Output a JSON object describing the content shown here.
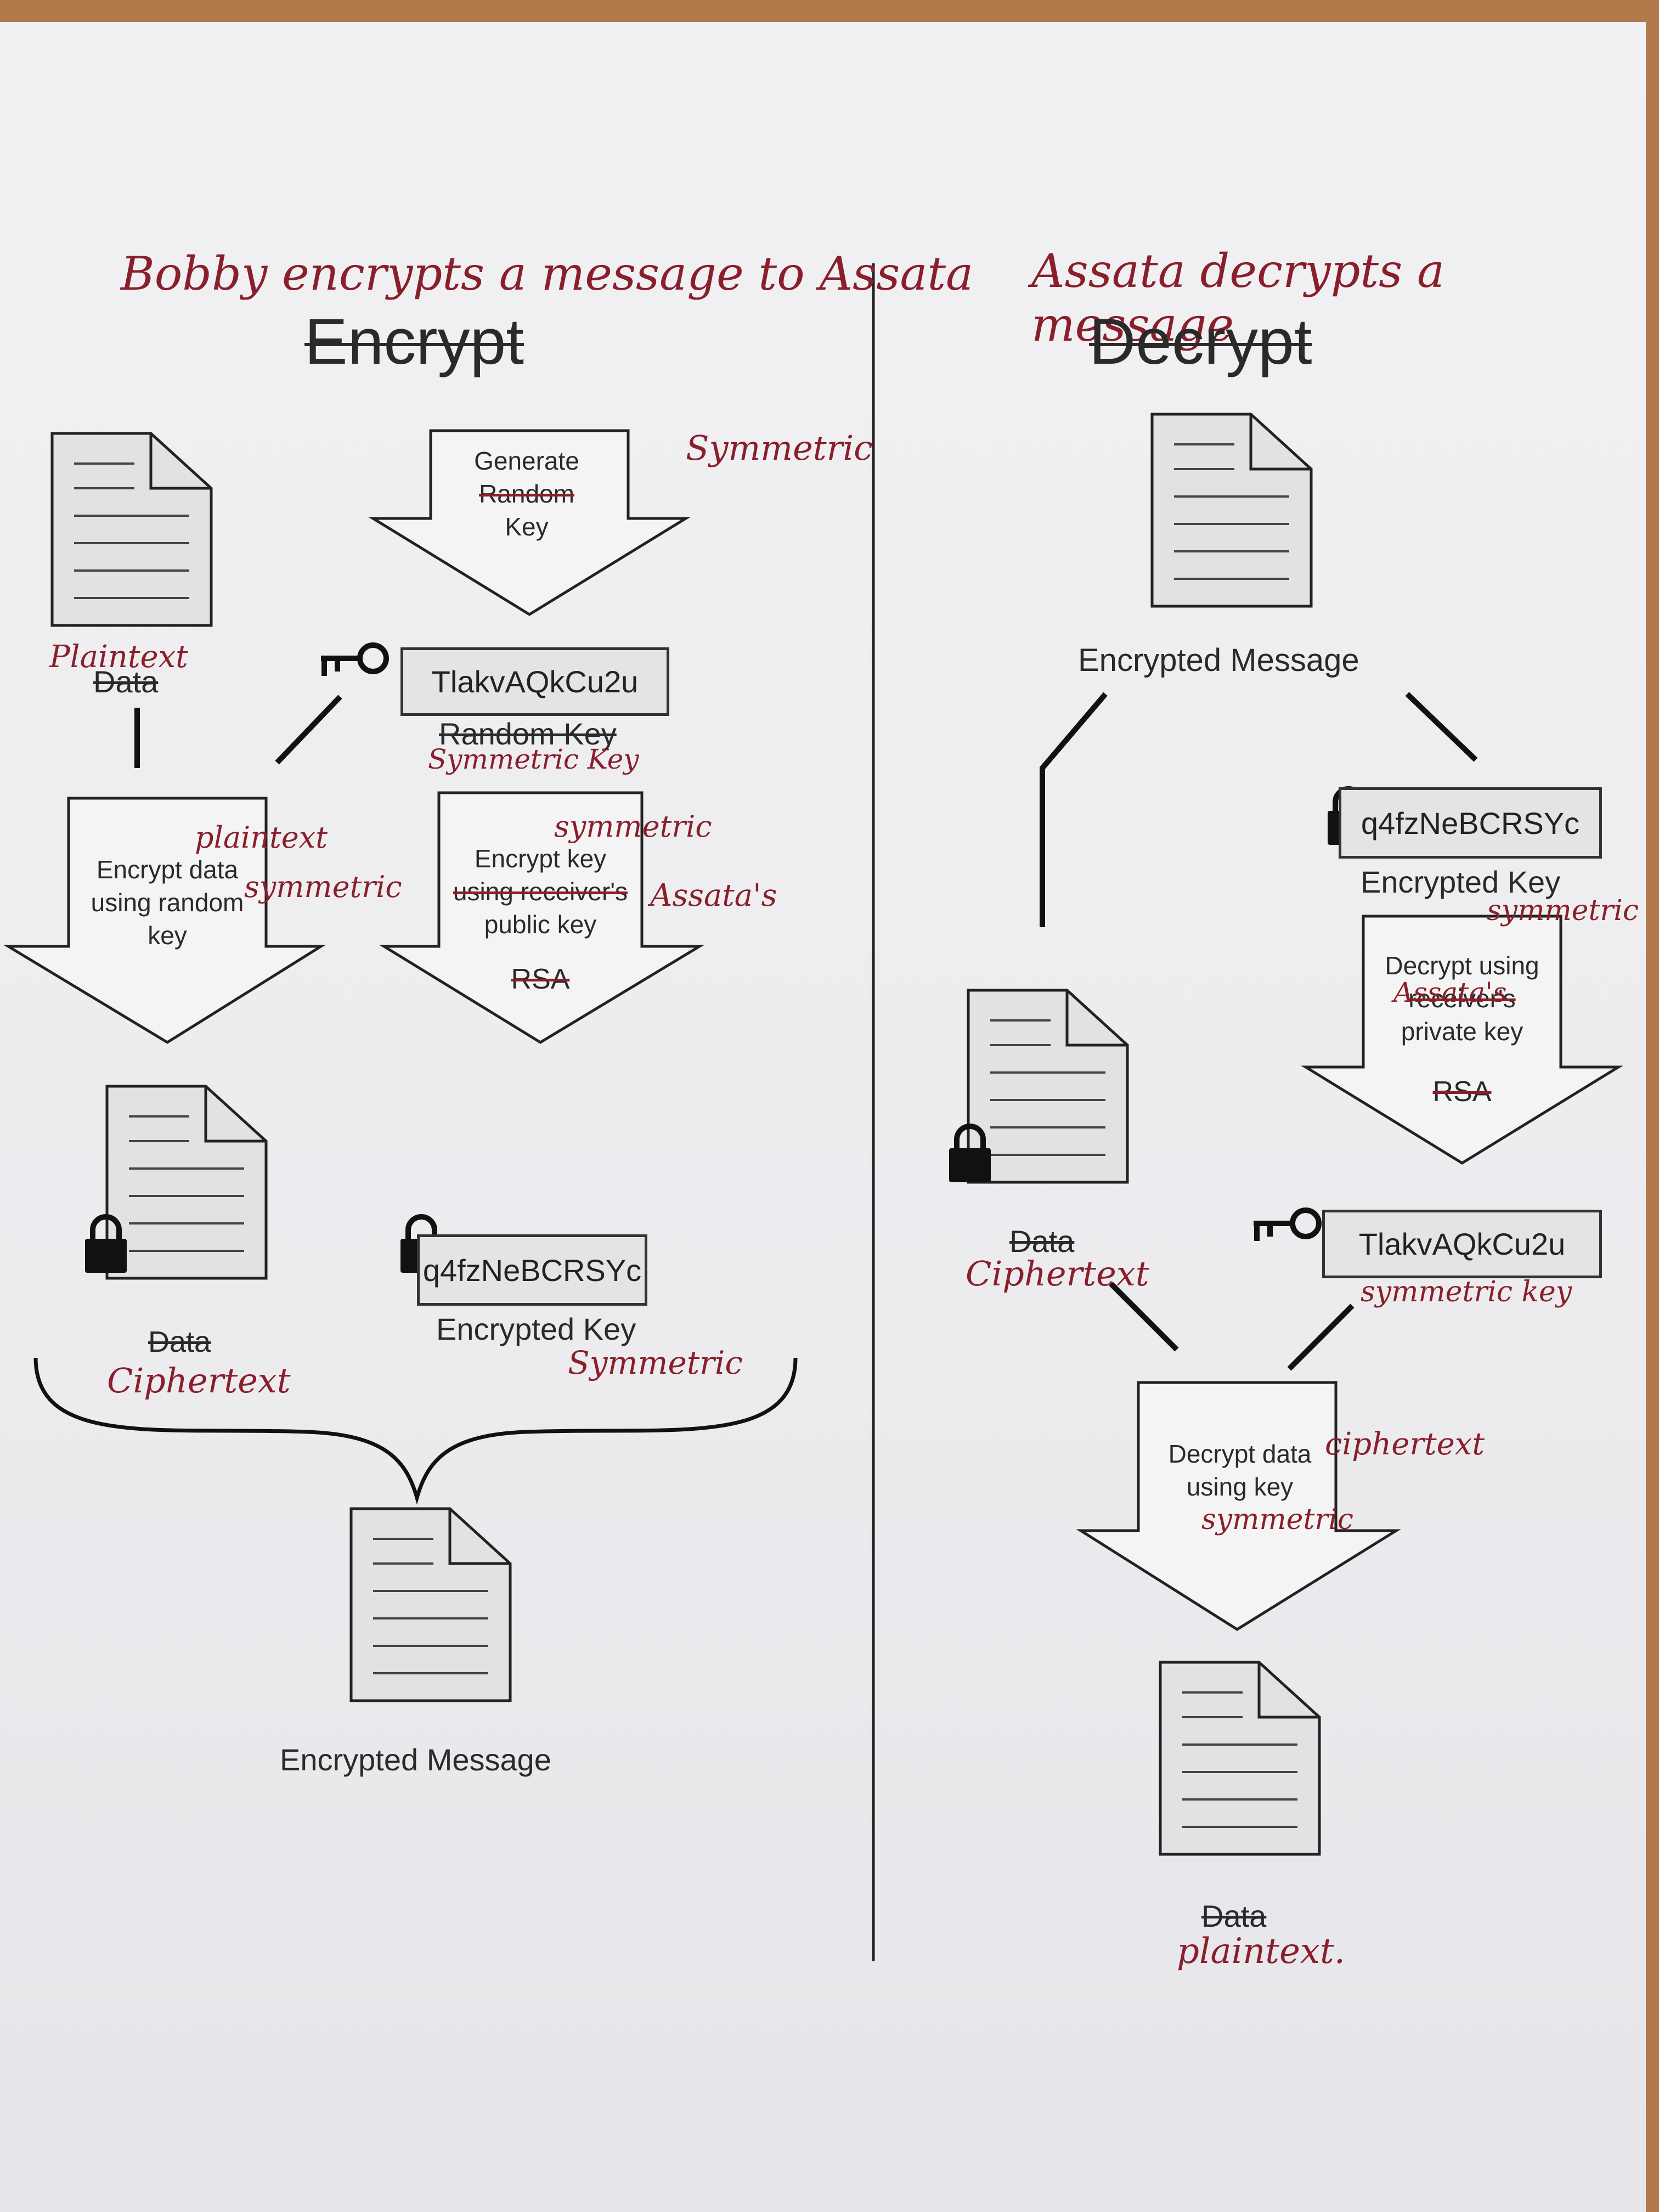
{
  "left": {
    "handwritten_title": "Bobby encrypts a message to Assata",
    "title": "Encrypt",
    "doc_label": "Data",
    "doc_label_hand": "Plaintext",
    "generate": {
      "line1": "Generate",
      "line2": "Random",
      "line3": "Key",
      "hand": "Symmetric"
    },
    "random_key_value": "TlakvAQkCu2u",
    "random_key_label": "Random Key",
    "random_key_hand": "Symmetric Key",
    "encrypt_data": {
      "line1": "Encrypt data",
      "line2": "using random",
      "line3": "key",
      "hand_top": "plaintext",
      "hand_right": "symmetric"
    },
    "encrypt_key": {
      "line1": "Encrypt key",
      "line2": "using receiver's",
      "line3": "public key",
      "line4": "RSA",
      "hand_top": "symmetric",
      "hand_right": "Assata's"
    },
    "cipher_doc_label": "Data",
    "cipher_doc_hand": "Ciphertext",
    "enc_key_value": "q4fzNeBCRSYc",
    "enc_key_label": "Encrypted Key",
    "enc_key_hand": "Symmetric",
    "output_label": "Encrypted Message"
  },
  "right": {
    "handwritten_title": "Assata decrypts a message",
    "title": "Decrypt",
    "input_label": "Encrypted Message",
    "enc_key_value": "q4fzNeBCRSYc",
    "enc_key_label": "Encrypted Key",
    "enc_key_hand": "symmetric",
    "decrypt_key": {
      "line1": "Decrypt using",
      "line2": "receiver's",
      "line3": "private key",
      "line4": "RSA",
      "hand": "Assata's"
    },
    "cipher_doc_label": "Data",
    "cipher_doc_hand": "Ciphertext",
    "sym_key_value": "TlakvAQkCu2u",
    "sym_key_hand": "symmetric key",
    "decrypt_data": {
      "line1": "Decrypt data",
      "line2": "using key",
      "hand_right": "ciphertext",
      "hand_below": "symmetric"
    },
    "output_label": "Data",
    "output_hand": "plaintext."
  },
  "colors": {
    "ink": "#222222",
    "pen": "#8a1f2c",
    "doc_fill": "#e2e2e4"
  },
  "icons": [
    "document-icon",
    "key-icon",
    "lock-icon",
    "down-arrow-icon",
    "curly-brace"
  ]
}
